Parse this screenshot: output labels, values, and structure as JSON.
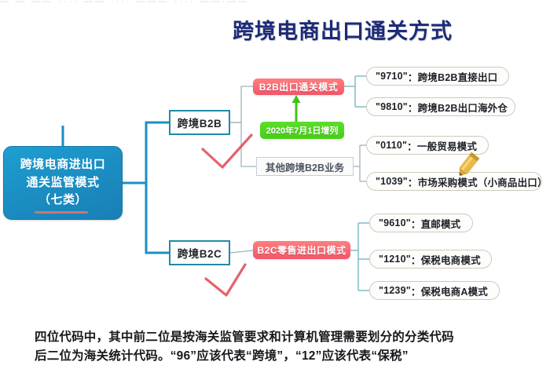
{
  "page": {
    "title": "跨境电商出口通关方式",
    "title_color": "#1c2a78",
    "background": "#ffffff",
    "top_cutoff_text": "— —  ——  ····  ——  ····  ———        ····  ——·——"
  },
  "mindmap": {
    "root": {
      "line1": "跨境电商进出口",
      "line2": "通关监管模式",
      "line3": "（七类）",
      "color": "#1b8fc4",
      "text_color": "#ffffff",
      "underline_color": "#d9756f"
    },
    "branches": [
      {
        "id": "b2b",
        "category_label": "跨境B2B",
        "mode_pill": "B2B出口通关模式",
        "mode_pill_color": "#fb6a73",
        "note_box": "2020年7月1日增列",
        "note_box_color": "#46cf16",
        "sub_box": "其他跨境B2B业务",
        "annotation": "red-check",
        "leaves": [
          {
            "code": "\"9710\"",
            "sep": "：",
            "label": "跨境B2B直接出口"
          },
          {
            "code": "\"9810\"",
            "sep": "：",
            "label": "跨境B2B出口海外仓"
          },
          {
            "code": "\"0110\"",
            "sep": "：",
            "label": "一般贸易模式"
          },
          {
            "code": "\"1039\"",
            "sep": "：",
            "label": "市场采购模式（小商品出口）"
          }
        ]
      },
      {
        "id": "b2c",
        "category_label": "跨境B2C",
        "mode_pill": "B2C零售进出口模式",
        "mode_pill_color": "#fb6a73",
        "annotation": "red-check",
        "leaves": [
          {
            "code": "\"9610\"",
            "sep": "：",
            "label": "直邮模式"
          },
          {
            "code": "\"1210\"",
            "sep": "：",
            "label": "保税电商模式"
          },
          {
            "code": "\"1239\"",
            "sep": "：",
            "label": "保税电商A模式"
          }
        ]
      }
    ]
  },
  "caption": {
    "line1": "四位代码中，其中前二位是按海关监管要求和计算机管理需要划分的分类代码",
    "line2": "后二位为海关统计代码。“96”应该代表“跨境”，“12”应该代表“保税”"
  },
  "cursor": {
    "icon": "pencil-cursor"
  }
}
